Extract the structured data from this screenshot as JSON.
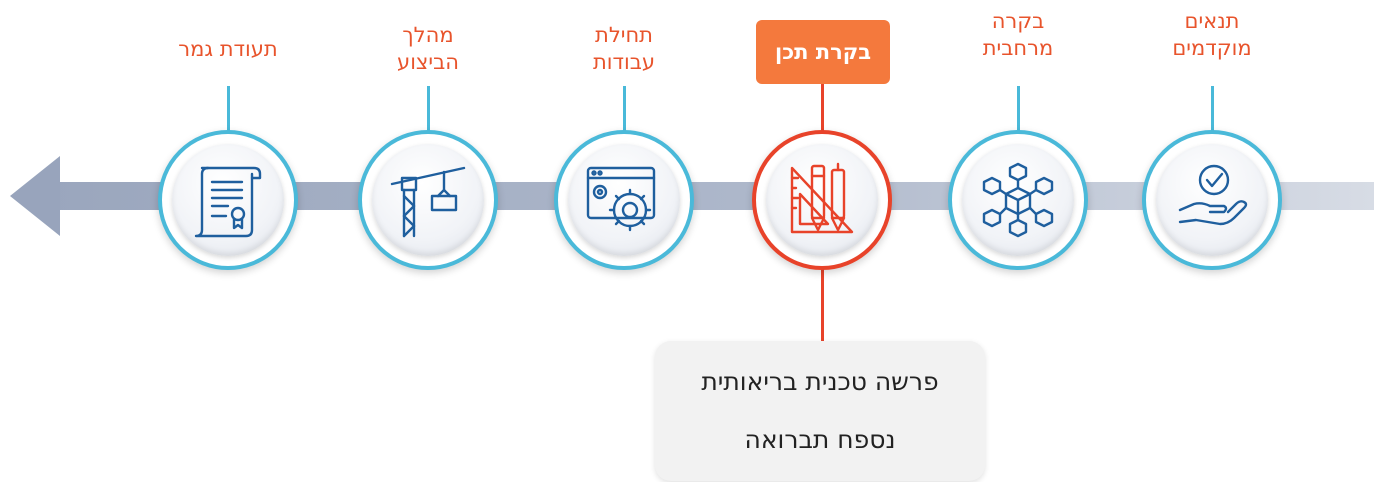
{
  "diagram": {
    "steps": [
      {
        "label": "תנאים\nמוקדמים",
        "icon": "hand-check-icon"
      },
      {
        "label": "בקרה\nמרחבית",
        "icon": "network-cubes-icon"
      },
      {
        "label": "בקרת תכן",
        "icon": "drafting-tools-icon",
        "active": true
      },
      {
        "label": "תחילת\nעבודות",
        "icon": "gear-window-icon"
      },
      {
        "label": "מהלך\nהביצוע",
        "icon": "crane-icon"
      },
      {
        "label": "תעודת גמר",
        "icon": "certificate-icon"
      }
    ],
    "callout": {
      "line1": "פרשה טכנית בריאותית",
      "line2": "נספח תברואה"
    },
    "colors": {
      "accent": "#e8432a",
      "active_label_bg": "#f4793d",
      "ring": "#4ab9d9",
      "icon": "#1f5f9e",
      "arrow": "#9aa6bd"
    }
  }
}
